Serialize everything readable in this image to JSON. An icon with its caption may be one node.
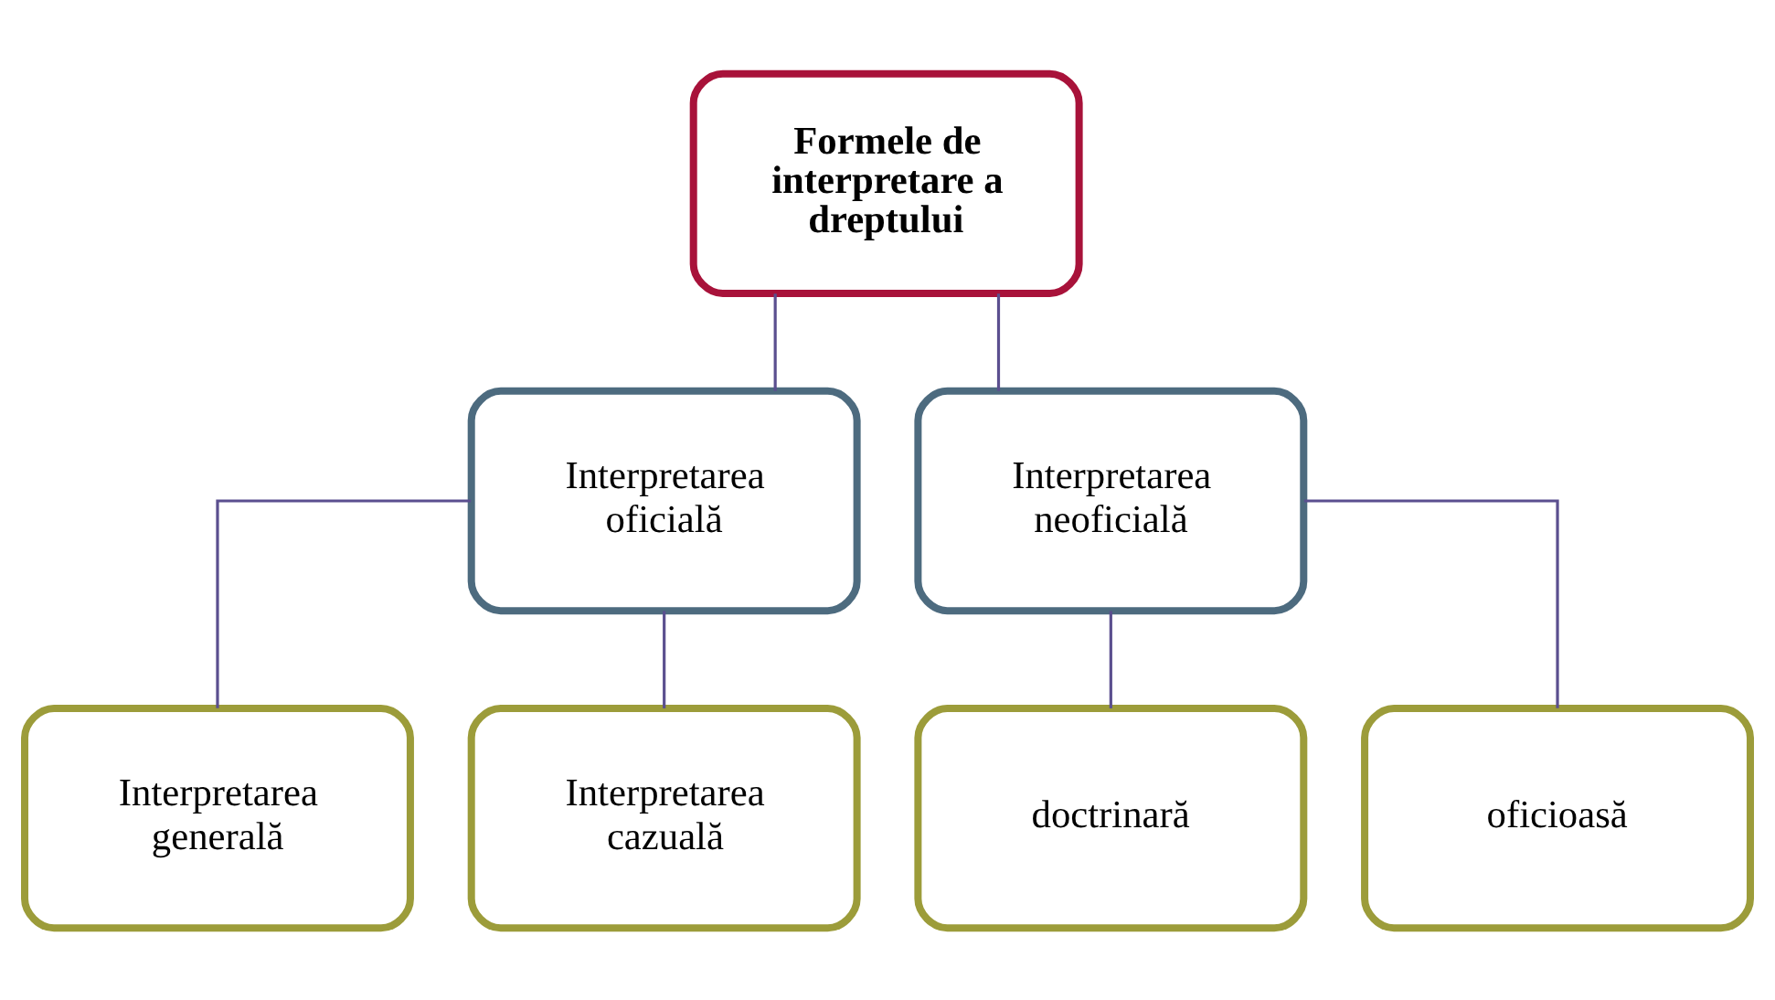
{
  "diagram": {
    "nodes": [
      {
        "text": [
          "Formele de interpretare a dreptului"
        ]
      },
      {
        "text": [
          "Interpretarea oficială"
        ]
      },
      {
        "text": [
          "Interpretarea neoficială"
        ]
      },
      {
        "text": [
          "Interpretarea generală"
        ]
      },
      {
        "text": [
          "Interpretarea cazuală"
        ]
      },
      {
        "text": [
          "doctrinară"
        ]
      },
      {
        "text": [
          "oficioasă"
        ]
      }
    ],
    "edges": [
      {
        "from": 0,
        "to": 1,
        "arrow": "none"
      },
      {
        "from": 0,
        "to": 2,
        "arrow": "none"
      },
      {
        "from": 1,
        "to": 3,
        "arrow": "none"
      },
      {
        "from": 1,
        "to": 4,
        "arrow": "none"
      },
      {
        "from": 2,
        "to": 5,
        "arrow": "none"
      },
      {
        "from": 2,
        "to": 6,
        "arrow": "none"
      }
    ]
  }
}
